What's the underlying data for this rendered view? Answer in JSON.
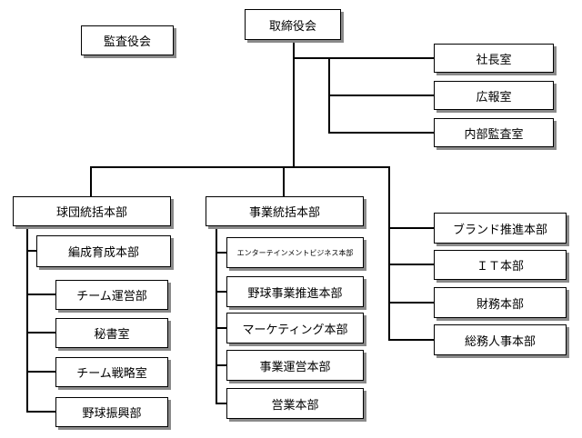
{
  "org": {
    "board": "取締役会",
    "audit_board": "監査役会",
    "staff": [
      "社長室",
      "広報室",
      "内部監査室"
    ],
    "team_hq": {
      "title": "球団統括本部",
      "children": [
        "編成育成本部",
        "チーム運営部",
        "秘書室",
        "チーム戦略室",
        "野球振興部"
      ]
    },
    "business_hq": {
      "title": "事業統括本部",
      "children": [
        "エンターテインメントビジネス本部",
        "野球事業推進本部",
        "マーケティング本部",
        "事業運営本部",
        "営業本部"
      ]
    },
    "right_units": [
      "ブランド推進本部",
      "ＩＴ本部",
      "財務本部",
      "総務人事本部"
    ]
  }
}
